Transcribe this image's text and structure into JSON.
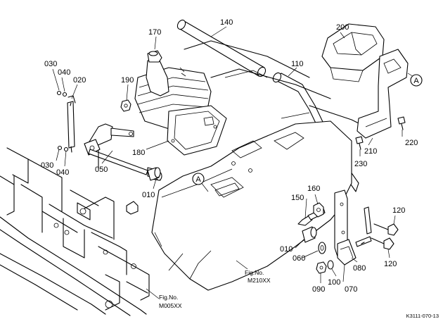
{
  "parts": [
    {
      "id": "p140",
      "label": "140"
    },
    {
      "id": "p170",
      "label": "170"
    },
    {
      "id": "p200",
      "label": "200"
    },
    {
      "id": "p110",
      "label": "110"
    },
    {
      "id": "p030a",
      "label": "030"
    },
    {
      "id": "p040a",
      "label": "040"
    },
    {
      "id": "p020",
      "label": "020"
    },
    {
      "id": "p190",
      "label": "190"
    },
    {
      "id": "p180",
      "label": "180"
    },
    {
      "id": "p050",
      "label": "050"
    },
    {
      "id": "p030b",
      "label": "030"
    },
    {
      "id": "p040b",
      "label": "040"
    },
    {
      "id": "p010a",
      "label": "010"
    },
    {
      "id": "p150",
      "label": "150"
    },
    {
      "id": "p160",
      "label": "160"
    },
    {
      "id": "p010b",
      "label": "010"
    },
    {
      "id": "p060",
      "label": "060"
    },
    {
      "id": "p080",
      "label": "080"
    },
    {
      "id": "p090",
      "label": "090"
    },
    {
      "id": "p100",
      "label": "100"
    },
    {
      "id": "p070",
      "label": "070"
    },
    {
      "id": "p210",
      "label": "210"
    },
    {
      "id": "p220",
      "label": "220"
    },
    {
      "id": "p230",
      "label": "230"
    },
    {
      "id": "p120a",
      "label": "120"
    },
    {
      "id": "p120b",
      "label": "120"
    }
  ],
  "markers": [
    {
      "id": "mA1",
      "label": "A"
    },
    {
      "id": "mA2",
      "label": "A"
    }
  ],
  "references": [
    {
      "id": "fig-m210",
      "line1": "Fig.No.",
      "line2": "M210XX"
    },
    {
      "id": "fig-m005",
      "line1": "Fig.No.",
      "line2": "M005XX"
    }
  ],
  "drawing_code": "K3111-070-13"
}
